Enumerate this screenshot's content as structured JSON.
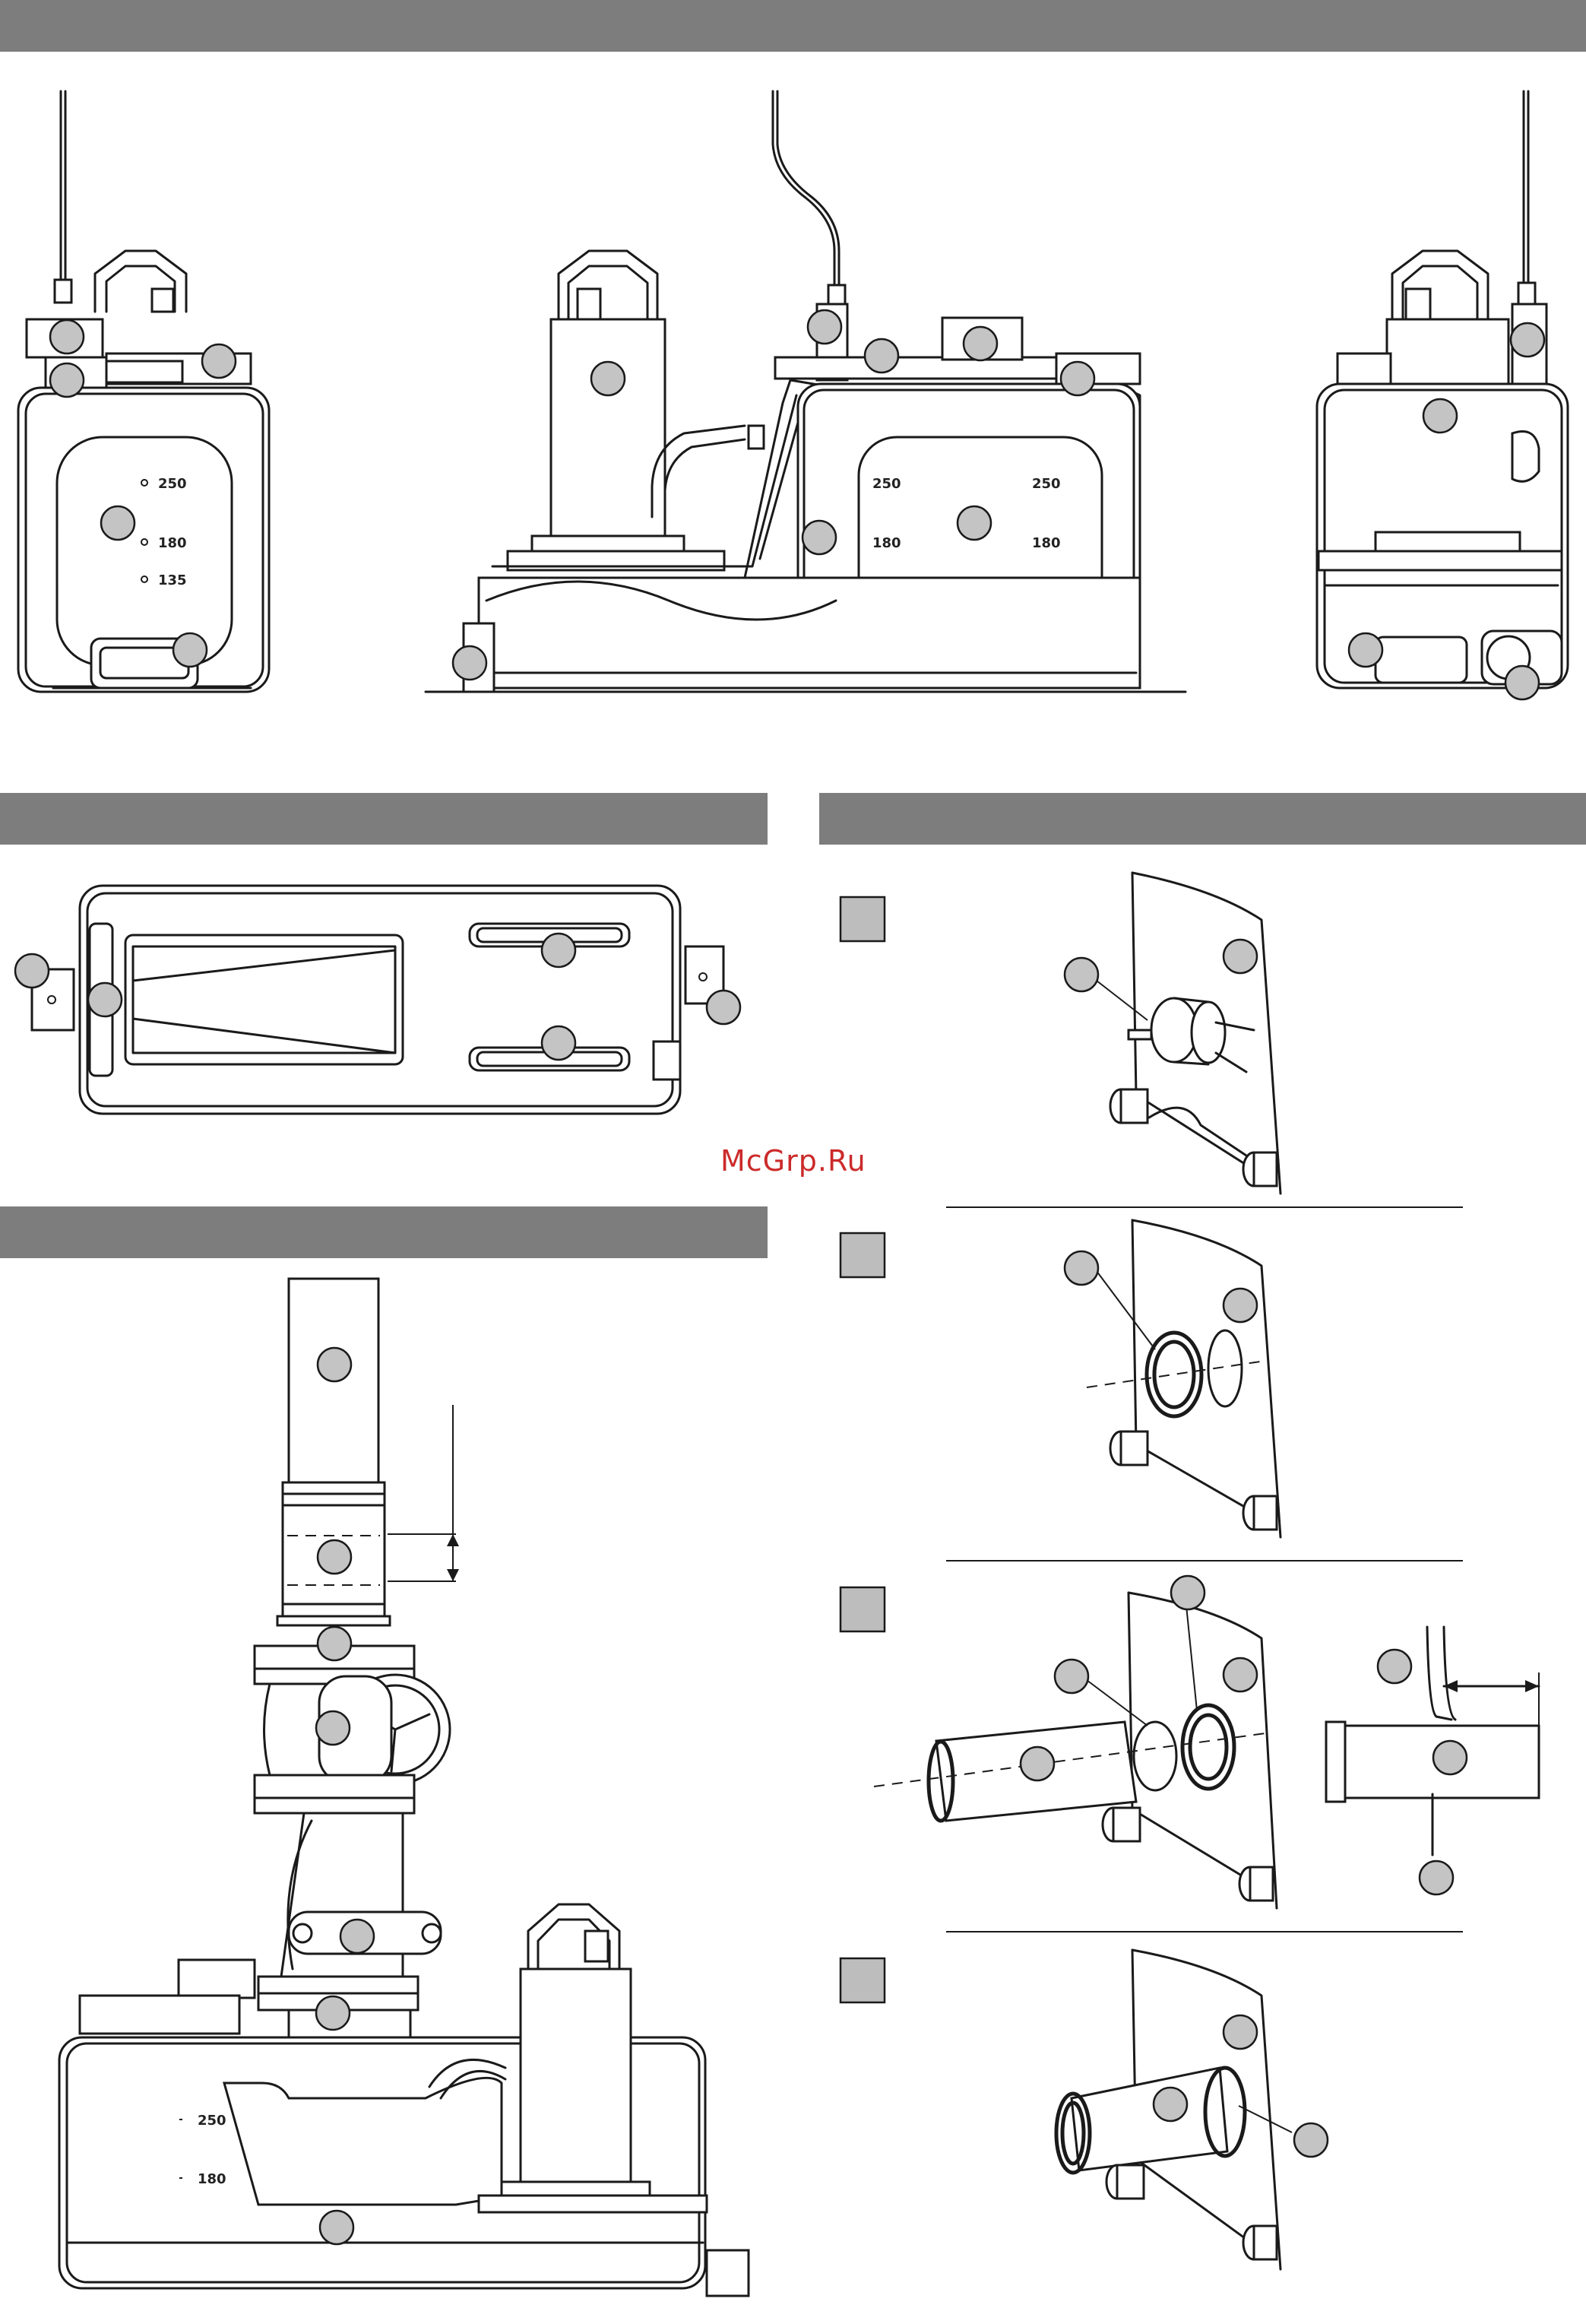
{
  "watermark": "McGrp.Ru",
  "marks": {
    "side_left": [
      "250",
      "180",
      "135"
    ],
    "front_left": [
      "250",
      "180"
    ],
    "front_right": [
      "250",
      "180"
    ],
    "bottom_view": [
      "250",
      "180"
    ]
  },
  "colors": {
    "band": "#7d7d7d",
    "line": "#1a1a1a",
    "callout_fill": "#c4c4c4",
    "step_box": "#bdbdbd",
    "watermark": "#cc2a2a"
  }
}
